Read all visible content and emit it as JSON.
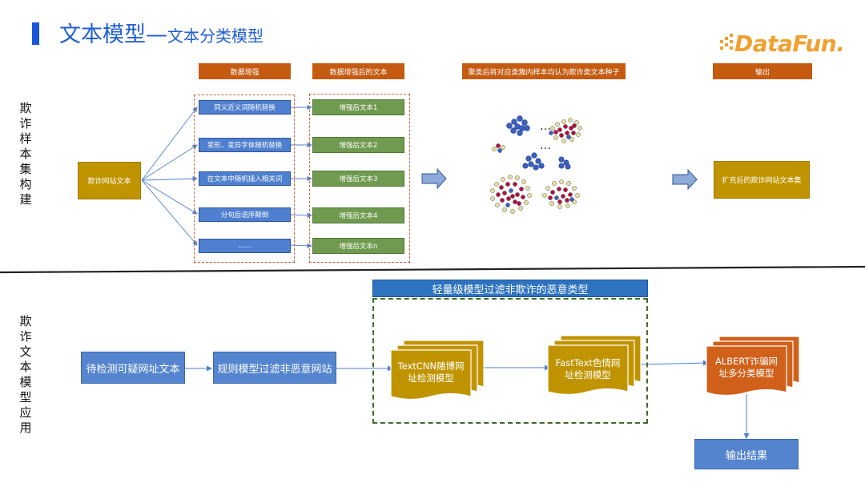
{
  "title": {
    "main": "文本模型—",
    "sub": "文本分类模型"
  },
  "logo": {
    "text": "DataFun."
  },
  "section1": {
    "side_label": [
      "欺",
      "诈",
      "样",
      "本",
      "集",
      "构",
      "建"
    ],
    "headers": {
      "augment": "数据增强",
      "augmented_text": "数据增强后的文本",
      "cluster": "聚类后将对应类簇内样本均认为欺诈类文本种子",
      "output": "输出"
    },
    "source": "欺诈网站文本",
    "methods": [
      "同义近义词随机替换",
      "变形、变异字体随机替换",
      "在文本中随机插入相关词",
      "分句后语序颠倒",
      "……"
    ],
    "results": [
      "增强后文本1",
      "增强后文本2",
      "增强后文本3",
      "增强后文本4",
      "增强后文本n"
    ],
    "ellipsis": [
      "…",
      "…"
    ],
    "output_box": "扩充后的欺诈网站文本集"
  },
  "section2": {
    "side_label": [
      "欺",
      "诈",
      "文",
      "本",
      "模",
      "型",
      "应",
      "用"
    ],
    "input": "待检测可疑网址文本",
    "rule_filter": "规则模型过滤非恶意网站",
    "light_title": "轻量级模型过滤非欺诈的恶意类型",
    "textcnn": [
      "TextCNN赌博网",
      "址检测模型"
    ],
    "fasttext": [
      "FastText色情网",
      "址检测模型"
    ],
    "albert": [
      "ALBERT诈骗网",
      "址多分类模型"
    ],
    "result": "输出结果"
  },
  "colors": {
    "title_blue": "#1f5fd1",
    "header_orange": "#c55a11",
    "gold": "#c09400",
    "albert_orange": "#d0601a",
    "box_blue": "#5585cf",
    "green": "#6f9a4f",
    "cluster_blue": "#3a60c0",
    "cluster_red": "#b01040",
    "cluster_yellow": "#e8e0a0"
  }
}
